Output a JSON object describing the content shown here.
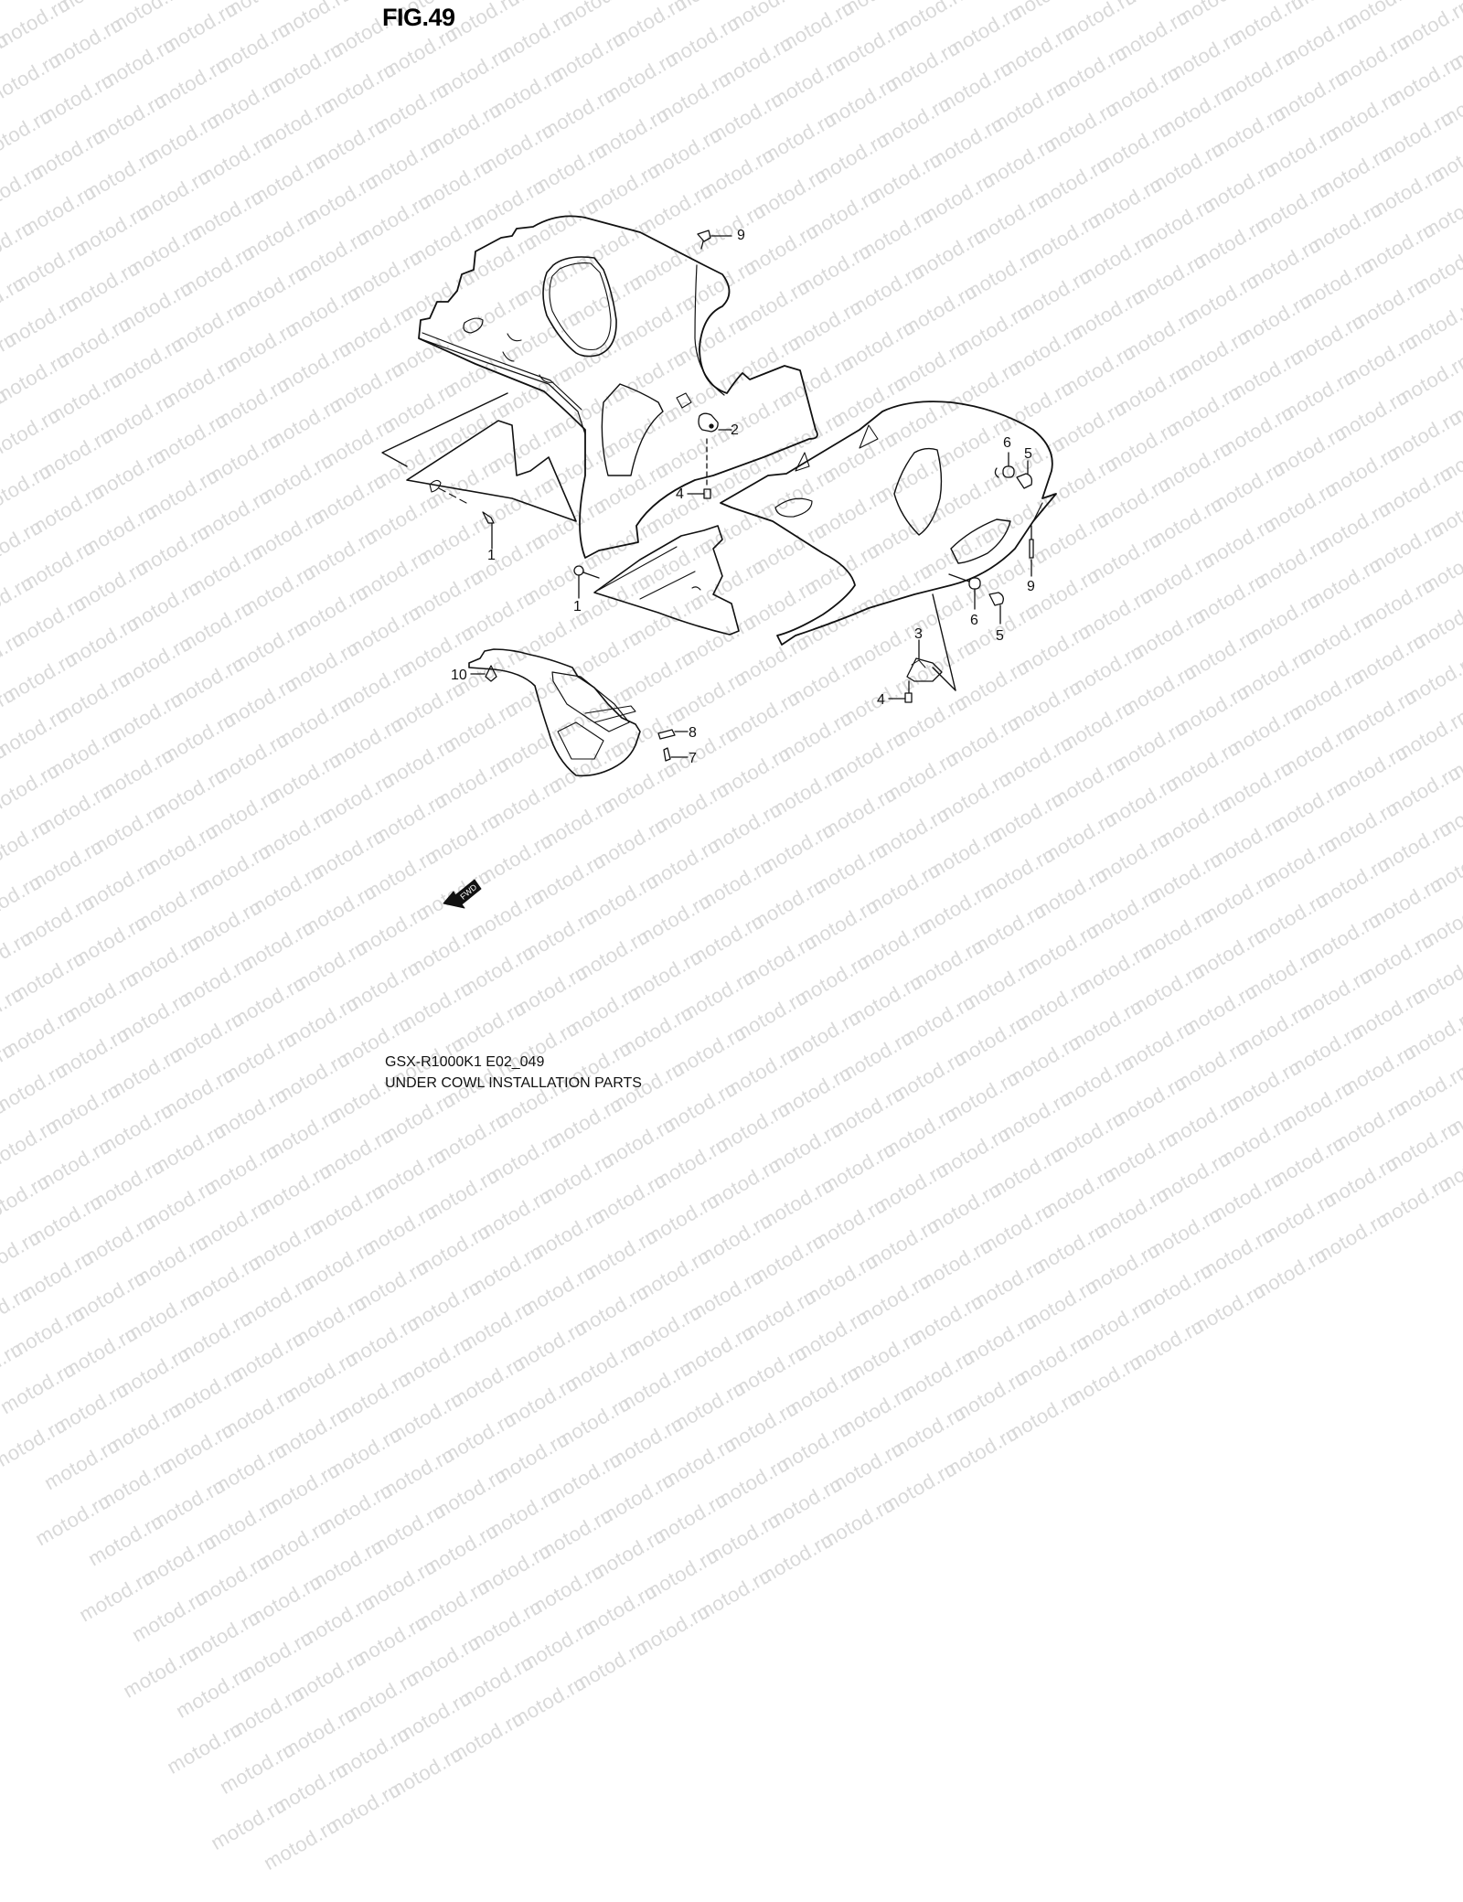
{
  "figure": {
    "title": "FIG.49",
    "model_code": "GSX-R1000K1 E02_049",
    "caption": "UNDER COWL INSTALLATION PARTS",
    "watermark_text": "motod.ru",
    "forward_indicator": "FWD"
  },
  "colors": {
    "line": "#111111",
    "watermark": "#d9d9d9",
    "background": "#ffffff"
  },
  "callouts": [
    {
      "id": "c9a",
      "label": "9"
    },
    {
      "id": "c2",
      "label": "2"
    },
    {
      "id": "c4a",
      "label": "4"
    },
    {
      "id": "c1a",
      "label": "1"
    },
    {
      "id": "c1b",
      "label": "1"
    },
    {
      "id": "c6a",
      "label": "6"
    },
    {
      "id": "c5a",
      "label": "5"
    },
    {
      "id": "c9b",
      "label": "9"
    },
    {
      "id": "c6b",
      "label": "6"
    },
    {
      "id": "c5b",
      "label": "5"
    },
    {
      "id": "c3",
      "label": "3"
    },
    {
      "id": "c4b",
      "label": "4"
    },
    {
      "id": "c10",
      "label": "10"
    },
    {
      "id": "c8",
      "label": "8"
    },
    {
      "id": "c7",
      "label": "7"
    }
  ],
  "parts_shown": [
    "upper side cowl (left)",
    "under cowl (right)",
    "inner panel",
    "lower inner cover",
    "small bracket cover",
    "bracket",
    "screws",
    "grommets",
    "clips"
  ]
}
